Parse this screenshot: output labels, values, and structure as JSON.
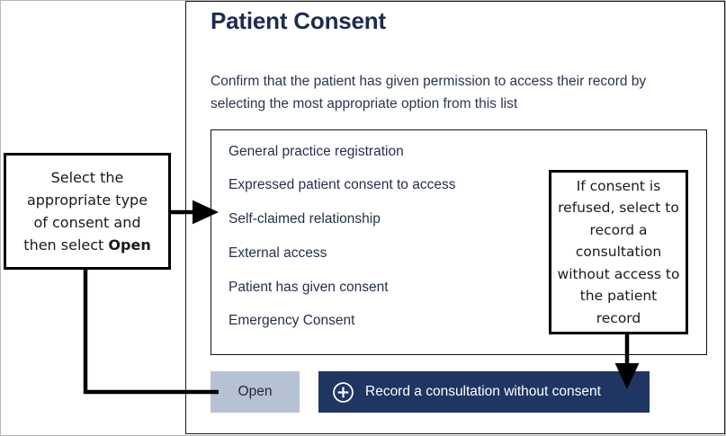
{
  "panel": {
    "title": "Patient Consent",
    "description": "Confirm that the patient has given permission to access their record by selecting the most appropriate option from this list",
    "consent_list": {
      "options": [
        "General practice registration",
        "Expressed patient consent to access",
        "Self-claimed relationship",
        "External access",
        "Patient has given consent",
        "Emergency Consent"
      ]
    },
    "actions": {
      "open_label": "Open",
      "record_label": "Record a consultation without consent",
      "record_icon": "plus-circle-icon"
    }
  },
  "annotations": {
    "left_callout": {
      "line1": "Select the",
      "line2": "appropriate type",
      "line3": "of consent and",
      "line4_prefix": "then select ",
      "line4_bold": "Open"
    },
    "right_callout": {
      "text": "If consent is refused, select to record a consultation without access to the patient record"
    }
  },
  "colors": {
    "panel_border": "#1a1a1a",
    "title_text": "#1d2b4d",
    "body_text": "#2a3550",
    "open_button_bg": "#b6c2d4",
    "record_button_bg": "#1f3562",
    "record_button_text": "#ffffff",
    "callout_border": "#000000",
    "connector": "#000000"
  }
}
